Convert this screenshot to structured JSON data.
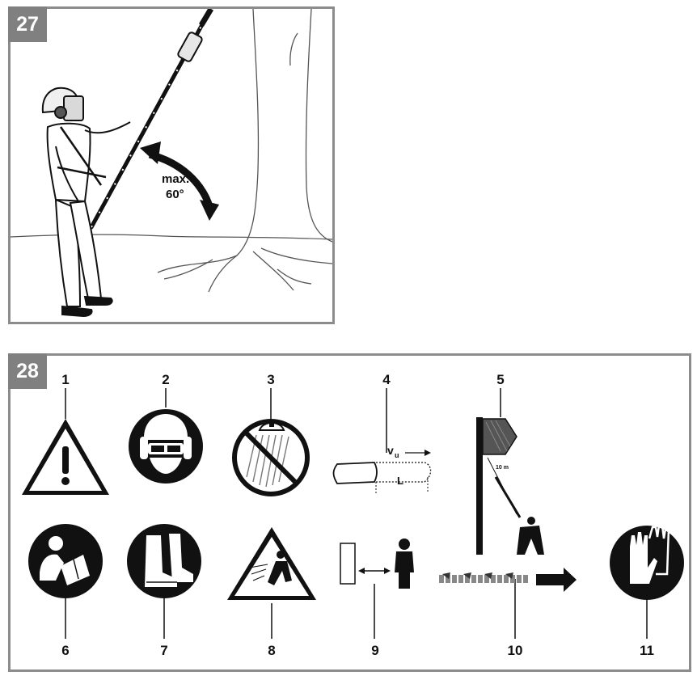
{
  "panel27": {
    "number": "27",
    "angle_label_line1": "max.",
    "angle_label_line2": "60°"
  },
  "panel28": {
    "number": "28",
    "symbol_numbers": [
      "1",
      "2",
      "3",
      "4",
      "5",
      "6",
      "7",
      "8",
      "9",
      "10",
      "11"
    ],
    "sym4_label_v": "v",
    "sym4_label_sub": "u",
    "sym4_label_L": "L",
    "sym5_distance": "10 m"
  },
  "icons": {
    "s1": "warning-triangle-icon",
    "s2": "head-eye-ear-protection-icon",
    "s3": "no-rain-icon",
    "s4": "chain-run-on-icon",
    "s5": "falling-branch-distance-icon",
    "s6": "read-manual-icon",
    "s7": "safety-boots-icon",
    "s8": "thrown-objects-icon",
    "s9": "keep-distance-icon",
    "s10": "chain-direction-icon",
    "s11": "gloves-icon"
  }
}
